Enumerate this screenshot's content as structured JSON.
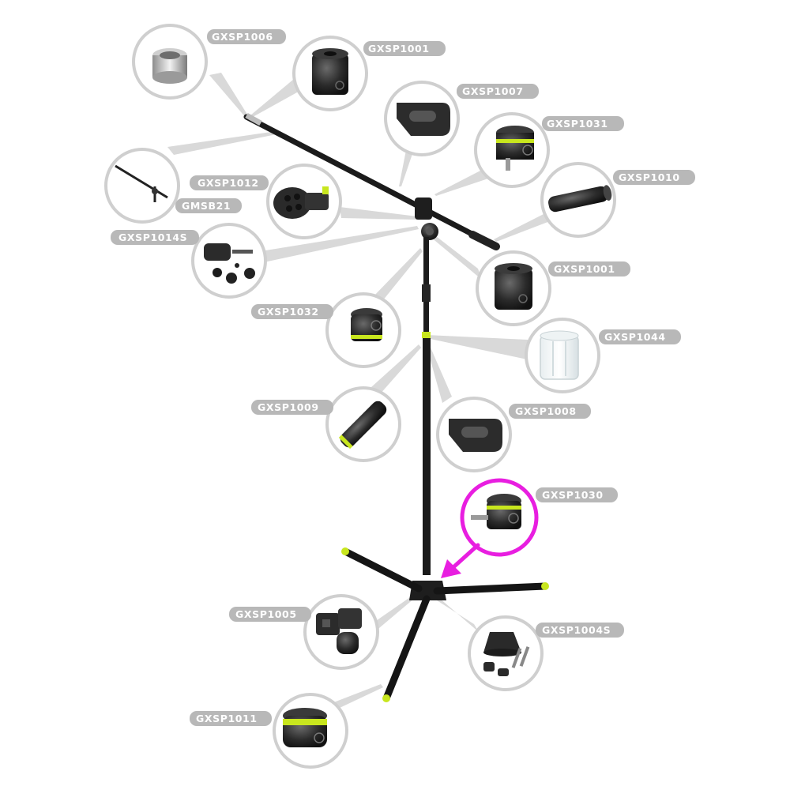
{
  "labels": {
    "gxsp1006": "GXSP1006",
    "gxsp1001_top": "GXSP1001",
    "gxsp1007": "GXSP1007",
    "gxsp1031": "GXSP1031",
    "gxsp1010": "GXSP1010",
    "gxsp1012": "GXSP1012",
    "gmsb21": "GMSB21",
    "gxsp1014s": "GXSP1014S",
    "gxsp1001_mid": "GXSP1001",
    "gxsp1032": "GXSP1032",
    "gxsp1044": "GXSP1044",
    "gxsp1009": "GXSP1009",
    "gxsp1008": "GXSP1008",
    "gxsp1030": "GXSP1030",
    "gxsp1005": "GXSP1005",
    "gxsp1004s": "GXSP1004S",
    "gxsp1011": "GXSP1011"
  },
  "colors": {
    "highlight": "#e81ee0",
    "accent_lime": "#c8e61e",
    "part_dark": "#2a2a2a",
    "tag_gray": "#b8b8b8"
  }
}
